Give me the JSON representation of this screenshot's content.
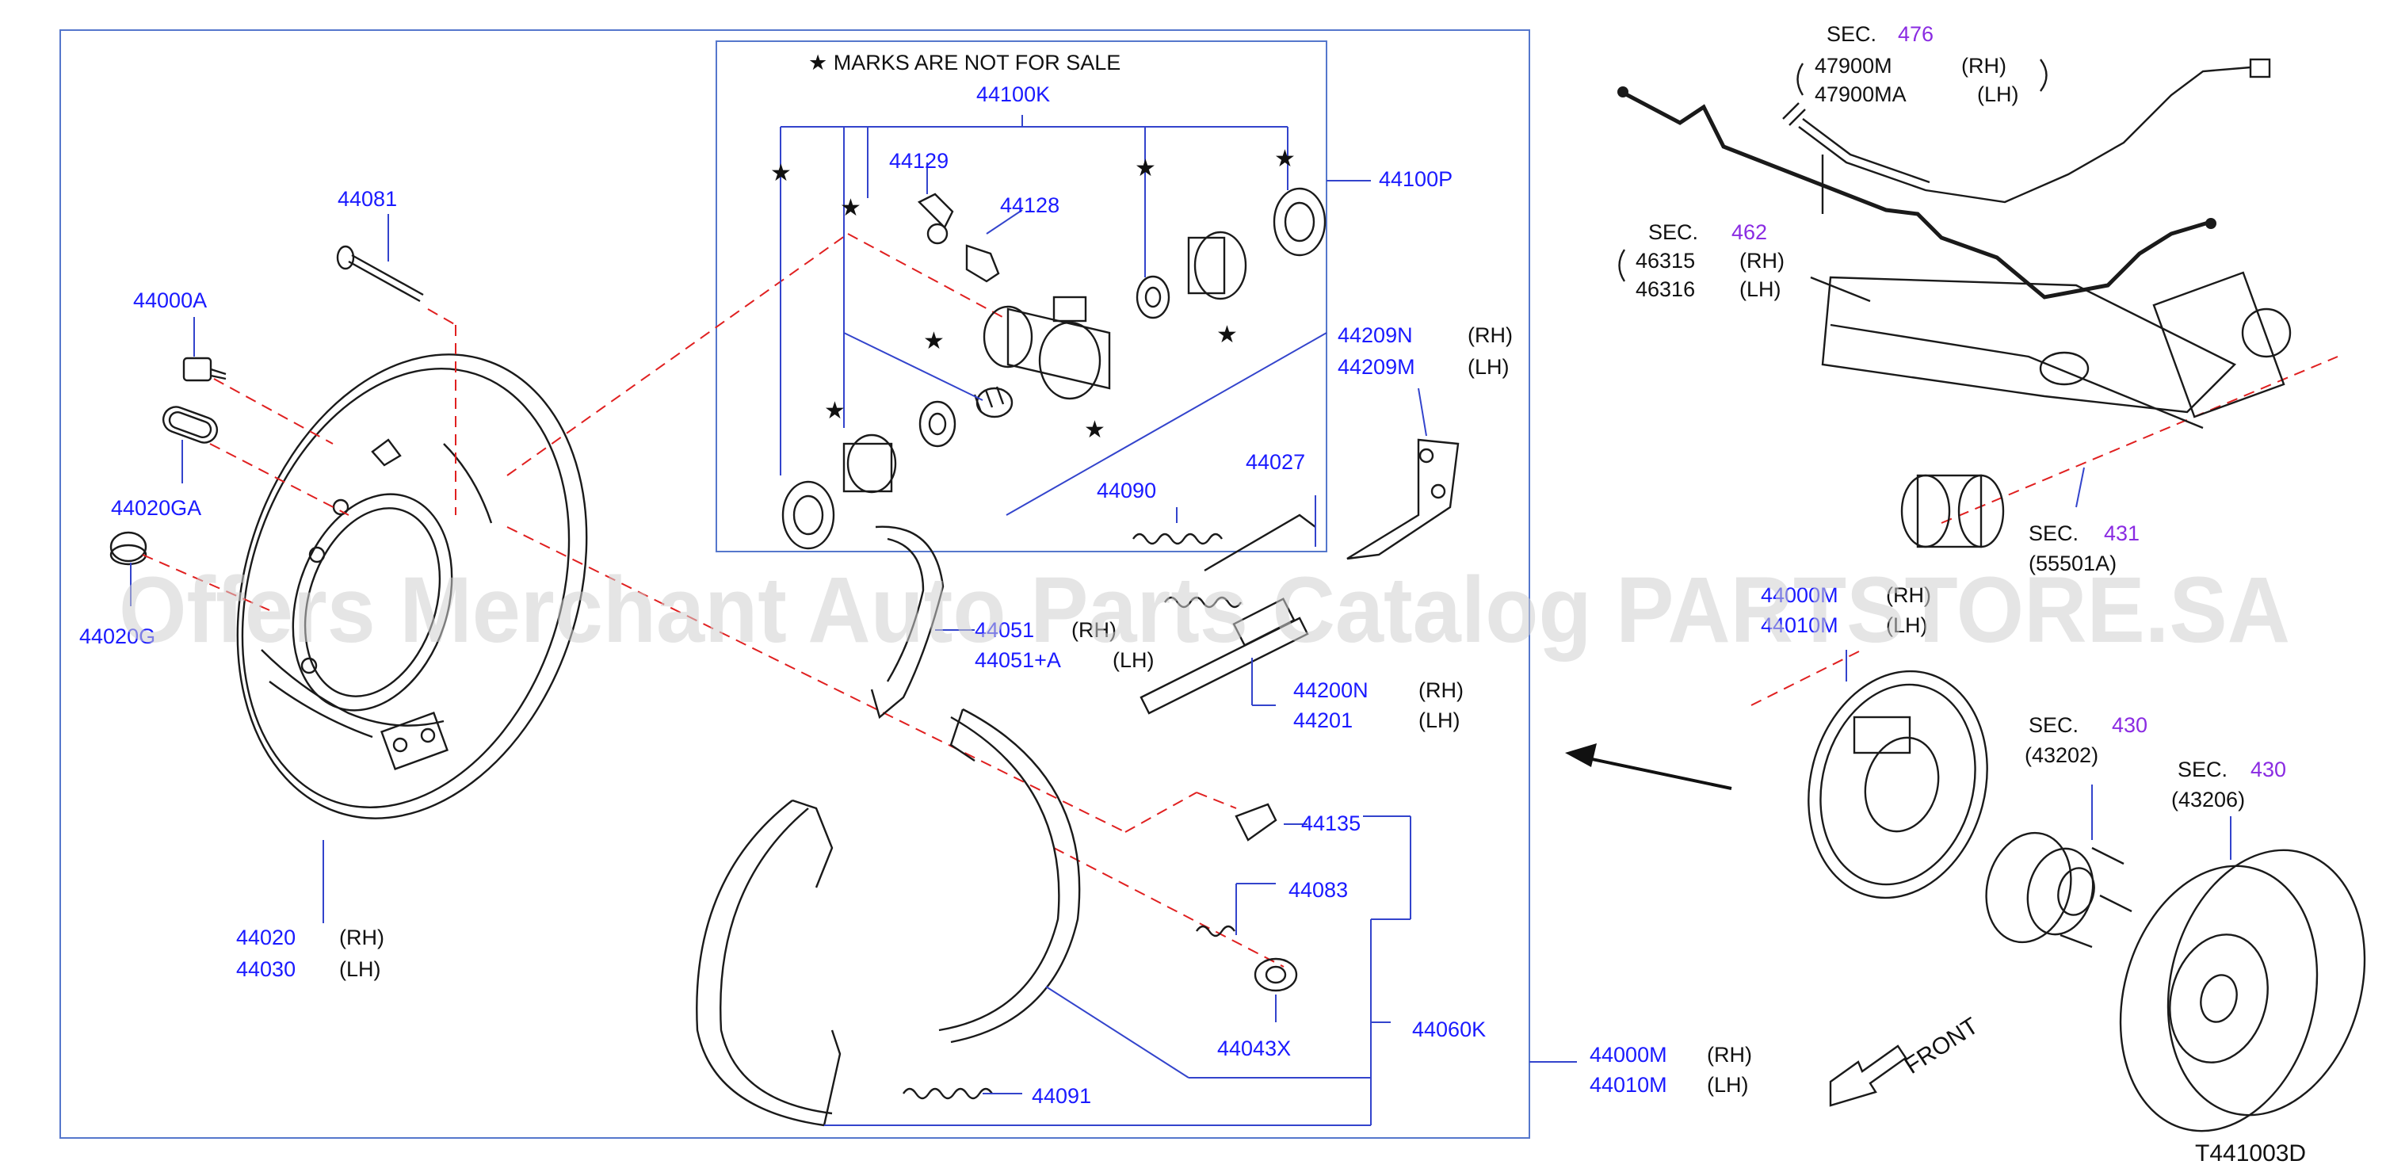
{
  "watermark": "Offers Merchant Auto Parts Catalog PARTSTORE.SA",
  "diagram_code": "T441003D",
  "kit_note": "★ MARKS ARE NOT FOR SALE",
  "front_label": "FRONT",
  "part_numbers": {
    "p44100K": "44100K",
    "p44100P": "44100P",
    "p44129": "44129",
    "p44128": "44128",
    "p44081": "44081",
    "p44000A": "44000A",
    "p44020GA": "44020GA",
    "p44020G": "44020G",
    "p44020": "44020",
    "p44030": "44030",
    "p44209N": "44209N",
    "p44209M": "44209M",
    "p44027": "44027",
    "p44090": "44090",
    "p44051": "44051",
    "p44051A": "44051+A",
    "p44200N": "44200N",
    "p44201": "44201",
    "p44135": "44135",
    "p44083": "44083",
    "p44043X": "44043X",
    "p44060K": "44060K",
    "p44091": "44091",
    "p44000M": "44000M",
    "p44010M": "44010M",
    "p44000M_b": "44000M",
    "p44010M_b": "44010M"
  },
  "side_labels": {
    "rh": "(RH)",
    "lh": "(LH)"
  },
  "sections": {
    "s476": {
      "label": "SEC.",
      "num": "476",
      "a": "47900M",
      "a_side": "(RH)",
      "b": "47900MA",
      "b_side": "(LH)"
    },
    "s462": {
      "label": "SEC.",
      "num": "462",
      "a": "46315",
      "a_side": "(RH)",
      "b": "46316",
      "b_side": "(LH)"
    },
    "s431": {
      "label": "SEC.",
      "num": "431",
      "ref": "(55501A)"
    },
    "s430a": {
      "label": "SEC.",
      "num": "430",
      "ref": "(43202)"
    },
    "s430b": {
      "label": "SEC.",
      "num": "430",
      "ref": "(43206)"
    }
  },
  "colors": {
    "part_number": "#1a1aff",
    "section_number": "#8a2be2",
    "leader_line": "#3344cc",
    "phantom_line": "#e02020",
    "drawing": "#1a1a1a"
  },
  "icons": [
    "star-icon",
    "arrow-left-icon",
    "front-arrow-icon"
  ]
}
